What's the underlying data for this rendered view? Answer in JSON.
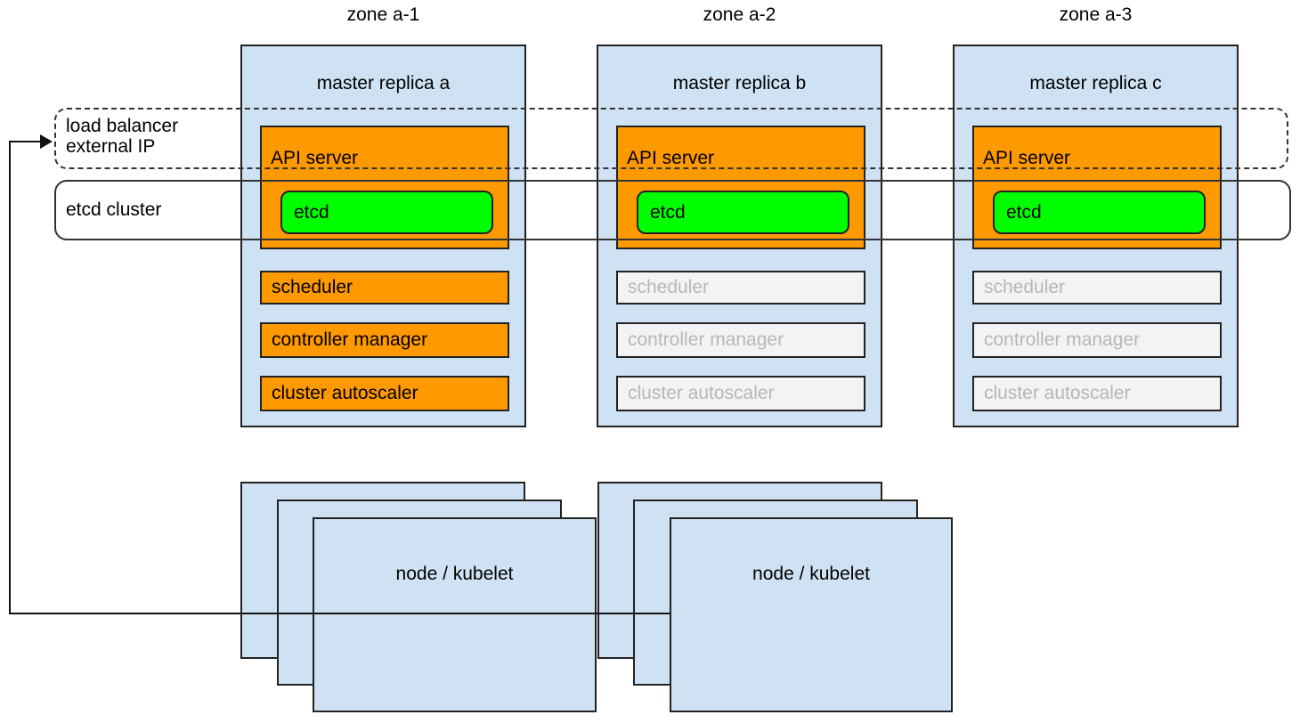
{
  "zones": [
    {
      "label": "zone a-1",
      "replica": {
        "title": "master replica a",
        "status": "active",
        "api_server_label": "API server",
        "etcd_label": "etcd",
        "components": [
          {
            "label": "scheduler"
          },
          {
            "label": "controller manager"
          },
          {
            "label": "cluster autoscaler"
          }
        ]
      }
    },
    {
      "label": "zone a-2",
      "replica": {
        "title": "master replica b",
        "status": "standby",
        "api_server_label": "API server",
        "etcd_label": "etcd",
        "components": [
          {
            "label": "scheduler"
          },
          {
            "label": "controller manager"
          },
          {
            "label": "cluster autoscaler"
          }
        ]
      }
    },
    {
      "label": "zone a-3",
      "replica": {
        "title": "master replica c",
        "status": "standby",
        "api_server_label": "API server",
        "etcd_label": "etcd",
        "components": [
          {
            "label": "scheduler"
          },
          {
            "label": "controller manager"
          },
          {
            "label": "cluster autoscaler"
          }
        ]
      }
    }
  ],
  "load_balancer": {
    "line1": "load balancer",
    "line2": "external IP"
  },
  "etcd_cluster": {
    "label": "etcd cluster"
  },
  "node_stacks": [
    {
      "label": "node / kubelet"
    },
    {
      "label": "node / kubelet"
    }
  ],
  "colors": {
    "zone_fill": "#cfe2f3",
    "active_fill": "#ff9900",
    "etcd_fill": "#00ff00",
    "standby_fill": "#f3f3f3",
    "standby_text": "#b7b7b7",
    "border": "#222222",
    "line": "#111111"
  }
}
